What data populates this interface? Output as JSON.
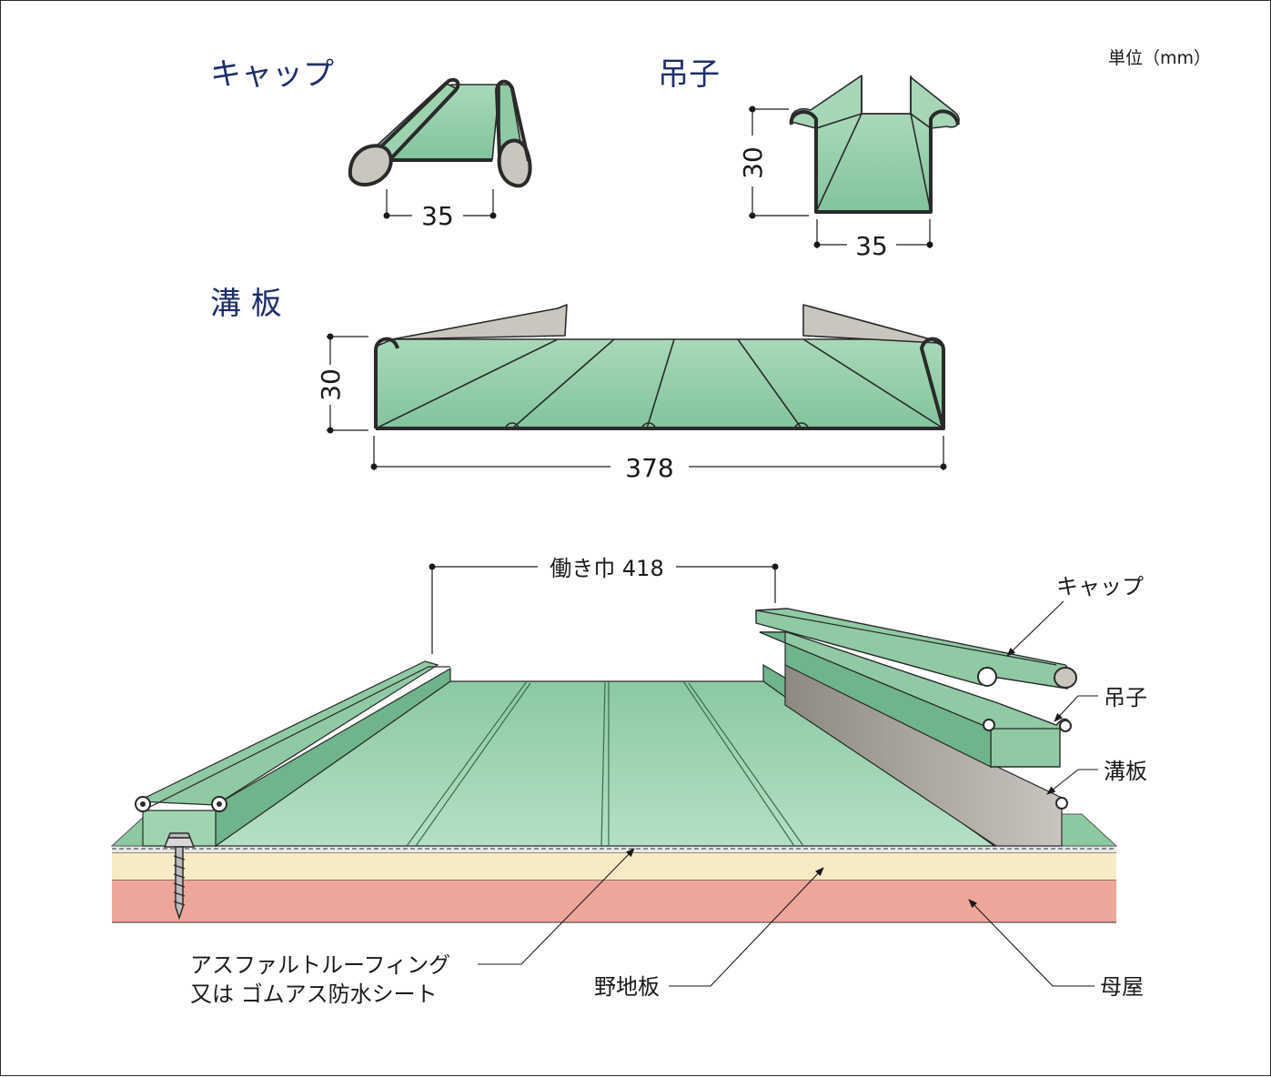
{
  "unit_label": "単位（mm）",
  "titles": {
    "cap": "キャップ",
    "clip": "吊子",
    "panel": "溝 板"
  },
  "dimensions": {
    "cap_width": "35",
    "clip_height": "30",
    "clip_width": "35",
    "panel_height": "30",
    "panel_width": "378",
    "working_width": "働き巾 418"
  },
  "callouts": {
    "cap": "キャップ",
    "clip": "吊子",
    "panel": "溝板",
    "roofing_line1": "アスファルトルーフィング",
    "roofing_line2": "又は ゴムアス防水シート",
    "sheathing": "野地板",
    "purlin": "母屋"
  },
  "colors": {
    "metal_green": "#8fcaa4",
    "metal_green_light": "#b9e0c6",
    "metal_inner": "#c9c7bd",
    "roofing_cream": "#f6ebc4",
    "purlin_pink": "#efa69a",
    "outline": "#2a2a2a",
    "title_navy": "#1f2f6b"
  }
}
